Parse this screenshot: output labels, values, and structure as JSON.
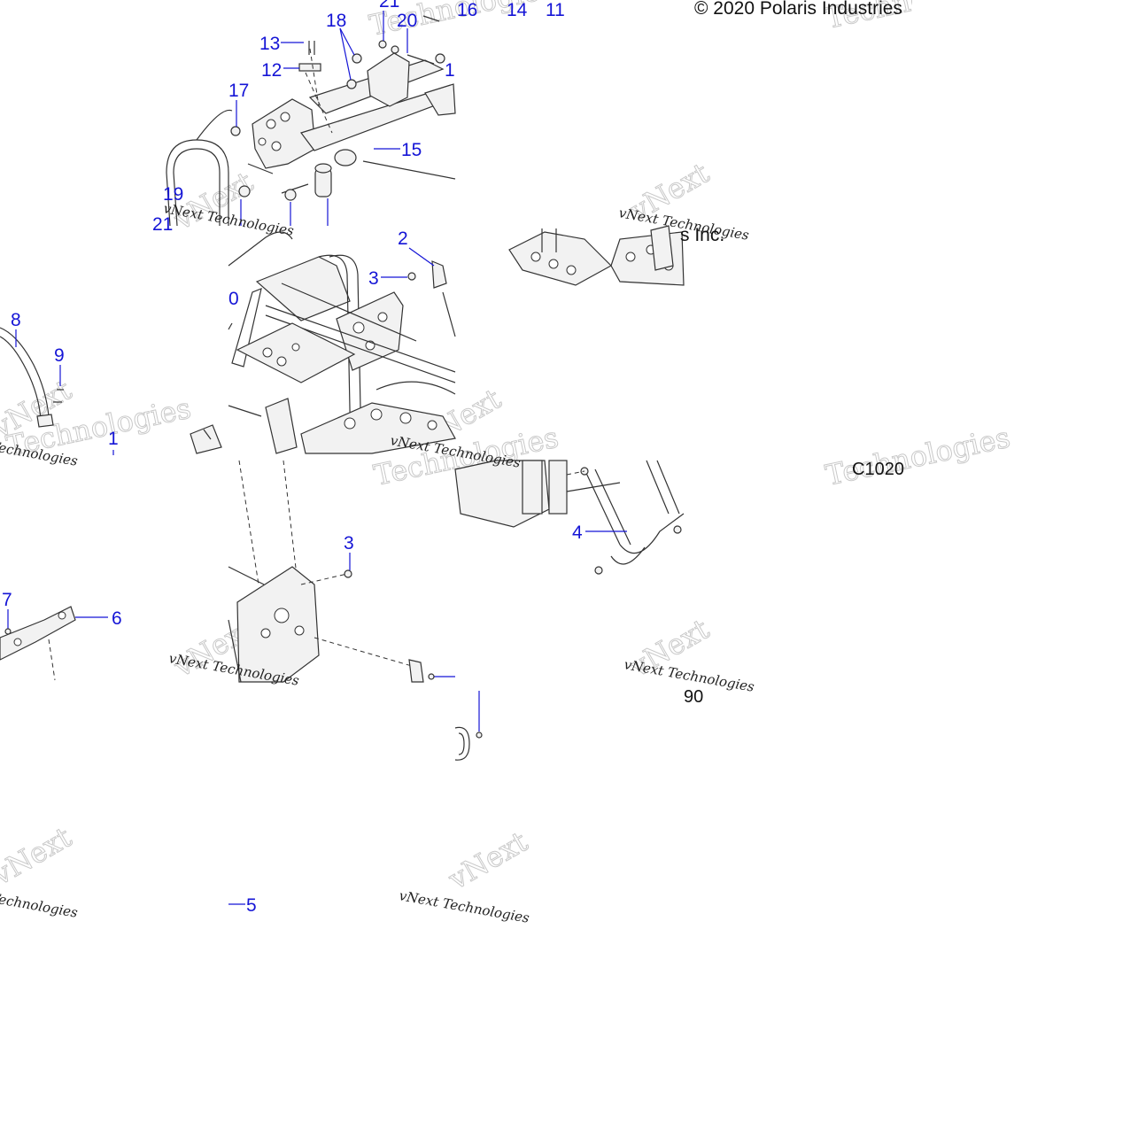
{
  "copyright": "© 2020 Polaris Industries",
  "copyright_fragment": "s Inc.",
  "diagram_code": "C1020",
  "code_fragment": "90",
  "watermark": {
    "line": "vNext Technologies",
    "big_words": [
      "vNext",
      "Technologies"
    ]
  },
  "callouts": {
    "c21_top": "21",
    "c20": "20",
    "c16": "16",
    "c14": "14",
    "c11": "11",
    "c18": "18",
    "c13": "13",
    "c12": "12",
    "c1_top": "1",
    "c17": "17",
    "c15": "15",
    "c19": "19",
    "c21_left": "21",
    "c2": "2",
    "c3_top": "3",
    "c0": "0",
    "c8": "8",
    "c9": "9",
    "c1_left": "1",
    "c3_mid": "3",
    "c4": "4",
    "c7": "7",
    "c6": "6",
    "c5": "5"
  }
}
